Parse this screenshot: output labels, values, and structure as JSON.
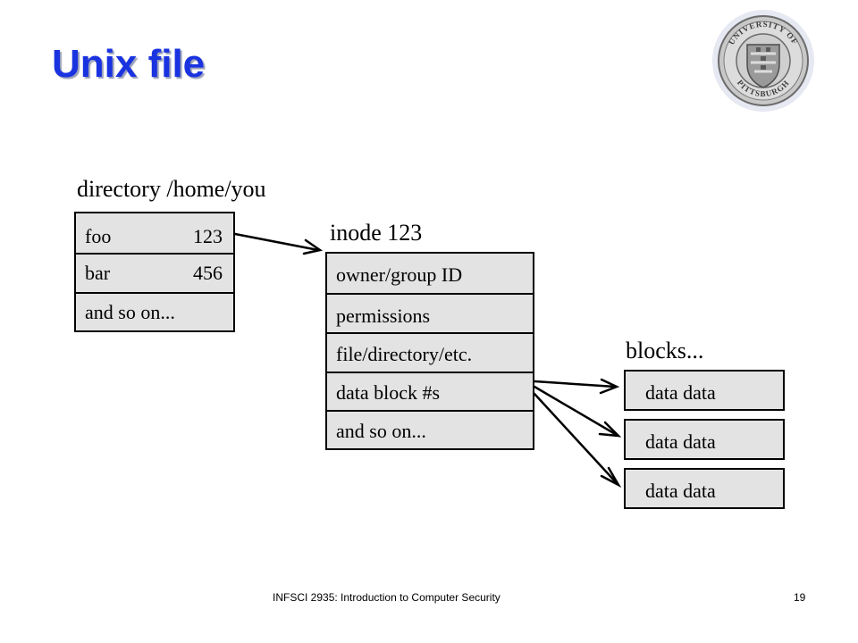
{
  "slide": {
    "title": "Unix file",
    "footer_text": "INFSCI 2935: Introduction to Computer Security",
    "page_number": "19"
  },
  "logo": {
    "ring_text_top": "UNIVERSITY OF",
    "ring_text_bottom": "PITTSBURGH"
  },
  "diagram": {
    "directory": {
      "heading": "directory /home/you",
      "rows": [
        {
          "name": "foo",
          "inode": "123"
        },
        {
          "name": "bar",
          "inode": "456"
        },
        {
          "name": "and so on...",
          "inode": ""
        }
      ]
    },
    "inode": {
      "heading": "inode 123",
      "rows": [
        "owner/group ID",
        "permissions",
        "file/directory/etc.",
        "data block #s",
        "and so on..."
      ]
    },
    "blocks": {
      "heading": "blocks...",
      "items": [
        "data data",
        "data data",
        "data data"
      ]
    }
  }
}
